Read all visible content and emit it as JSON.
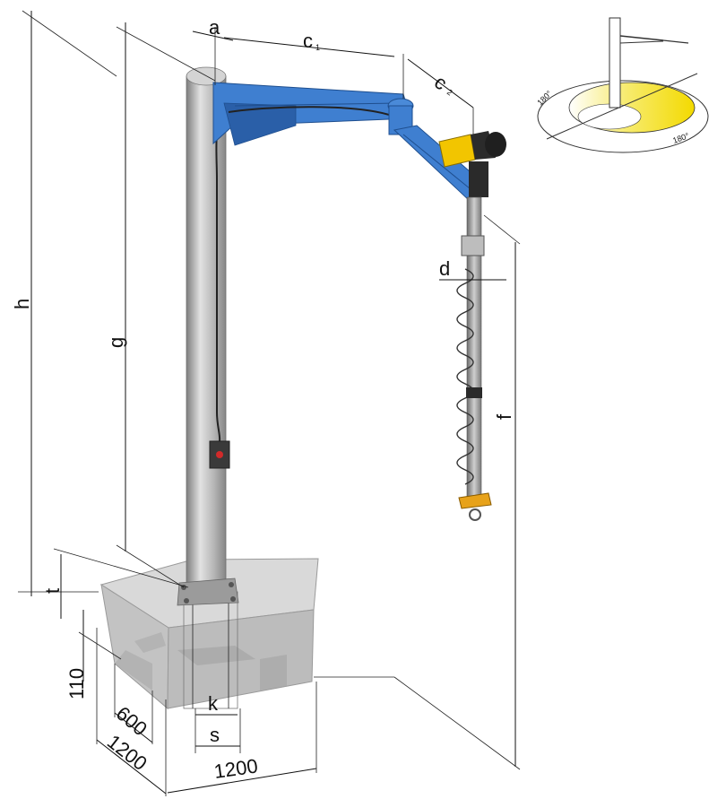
{
  "labels": {
    "a": "a",
    "c1": "c",
    "c1_sub": "1",
    "c2": "c",
    "c2_sub": "2",
    "d": "d",
    "h": "h",
    "g": "g",
    "f": "f",
    "t": "t",
    "dim_110": "110",
    "dim_600": "600",
    "k": "k",
    "s": "s",
    "base_depth": "1200",
    "base_width": "1200",
    "rotation_left": "180°",
    "rotation_right": "180°"
  },
  "colors": {
    "arm": "#3f7fd0",
    "arm_dark": "#2a5fa8",
    "motor": "#f2c500",
    "column": "#b9b9b9",
    "column_dark": "#8e8e8e",
    "concrete": "#c8c8c8",
    "swing_area": "#f5e02a",
    "hook": "#e7a21a"
  }
}
